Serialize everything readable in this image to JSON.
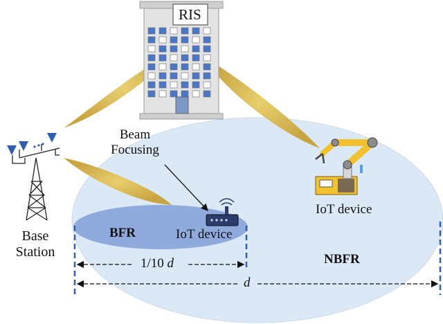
{
  "labels": {
    "ris": "RIS",
    "beam_focusing_line1": "Beam",
    "beam_focusing_line2": "Focusing",
    "iot_device_nbfr": "IoT device",
    "iot_device_bfr": "IoT device",
    "bfr": "BFR",
    "nbfr": "NBFR",
    "base_station_line1": "Base",
    "base_station_line2": "Station",
    "dist_fraction": "1/10",
    "dist_fraction_var": "d",
    "dist_full": "d"
  },
  "colors": {
    "nbfr_region": "#dbe8f5",
    "bfr_region": "#8faadc",
    "beam": "#d6b656",
    "building": "#e3e3e3",
    "window": "#4a78c8",
    "antenna": "#2f5fb3",
    "robot_arm": "#f2c12e"
  },
  "icons": [
    "ris-building-icon",
    "base-station-tower-icon",
    "router-icon",
    "robot-arm-icon"
  ]
}
